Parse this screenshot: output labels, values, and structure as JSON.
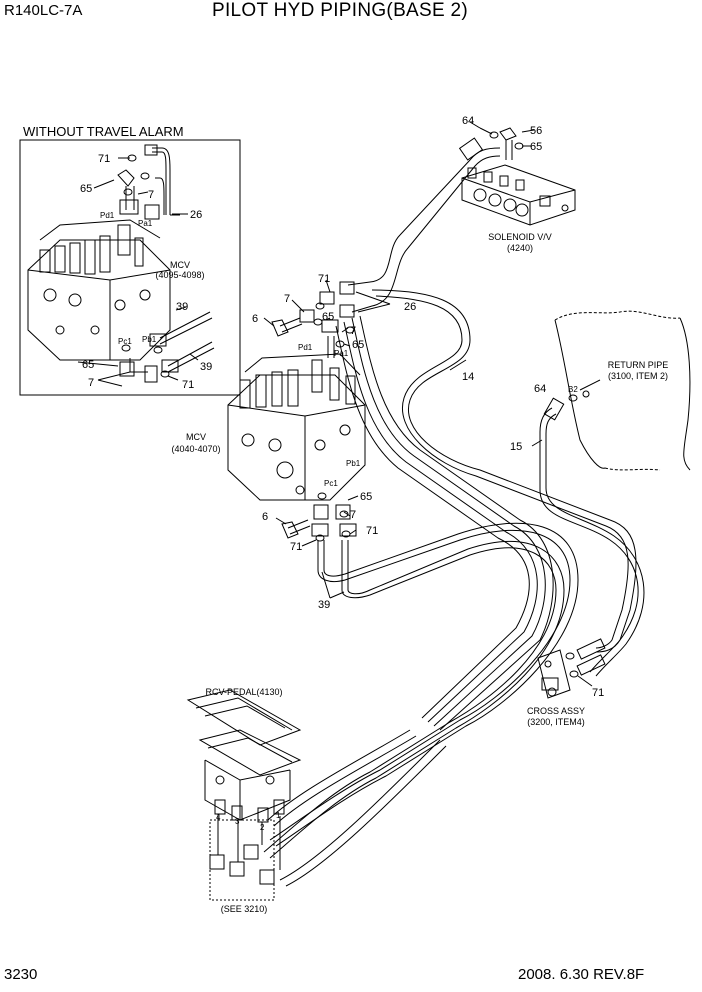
{
  "header": {
    "model": "R140LC-7A",
    "title": "PILOT HYD PIPING(BASE 2)"
  },
  "footer": {
    "page_number": "3230",
    "date_revision": "2008. 6.30  REV.8F"
  },
  "inset": {
    "title": "WITHOUT TRAVEL ALARM",
    "mcv_caption": [
      "MCV",
      "(4095-4098)"
    ],
    "part_numbers": [
      "71",
      "7",
      "65",
      "26",
      "39",
      "39",
      "65",
      "7",
      "71"
    ],
    "port_labels": [
      "Pd1",
      "Pa1",
      "Pc1",
      "Pb1"
    ]
  },
  "main": {
    "mcv_caption": [
      "MCV",
      "(4040-4070)"
    ],
    "solenoid_caption": [
      "SOLENOID V/V",
      "(4240)"
    ],
    "return_pipe_caption": [
      "RETURN PIPE",
      "(3100, ITEM 2)"
    ],
    "cross_assy_caption": [
      "CROSS ASSY",
      "(3200, ITEM4)"
    ],
    "rcv_pedal_caption": "RCV-PEDAL(4130)",
    "see_ref": "(SEE 3210)",
    "part_numbers": {
      "p64a": "64",
      "p56": "56",
      "p65a": "65",
      "p71a": "71",
      "p7a": "7",
      "p6a": "6",
      "p65b": "65",
      "p26": "26",
      "p7b": "7",
      "p65c": "65",
      "p14": "14",
      "p64b": "64",
      "p15": "15",
      "p65d": "65",
      "p7c": "7",
      "p6b": "6",
      "p71b": "71",
      "p71c": "71",
      "p39": "39",
      "p71d": "71"
    },
    "port_labels": {
      "pd1": "Pd1",
      "pa1": "Pa1",
      "pb1": "Pb1",
      "pc1": "Pc1",
      "b2": "B2"
    },
    "pedal_port_numbers": [
      "4",
      "3",
      "2",
      "1"
    ]
  }
}
